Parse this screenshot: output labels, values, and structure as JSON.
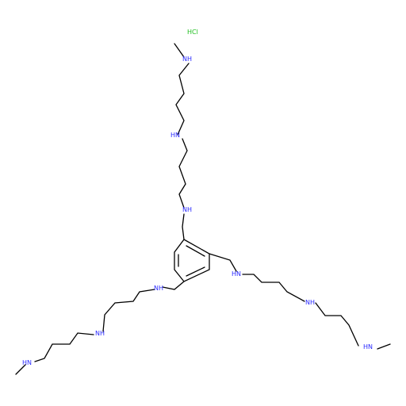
{
  "molecule": {
    "salt": "HCl",
    "atoms": {
      "nh_top_methyl": "NH",
      "nh_top_middle": "HN",
      "nh_top_benzyl": "NH",
      "nh_right_benzyl": "HN",
      "nh_right_middle": "NH",
      "nh_right_methyl": "HN",
      "nh_left_benzyl": "NH",
      "nh_left_middle": "NH",
      "nh_left_methyl": "HN"
    }
  },
  "colors": {
    "bond": "#000000",
    "nitrogen": "#2a2aff",
    "chlorine": "#1fbf1f",
    "background": "#ffffff"
  }
}
